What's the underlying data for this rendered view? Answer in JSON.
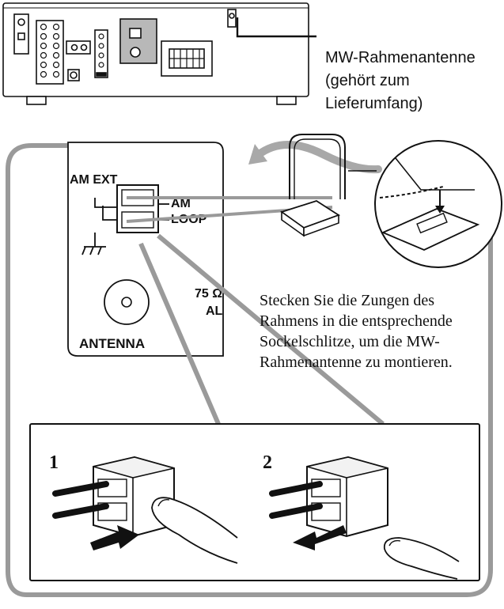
{
  "antenna_caption": [
    "MW-Rahmenantenne",
    "(gehört zum",
    "Lieferumfang)"
  ],
  "instruction": [
    "Stecken Sie die Zungen des",
    "Rahmens in die entsprechende",
    "Sockelschlitze, um die MW-",
    "Rahmenantenne zu montieren."
  ],
  "panel": {
    "am_ext": "AM EXT",
    "am": "AM",
    "loop": "LOOP",
    "ohm": "75 Ω",
    "ohm_suffix": "AL",
    "antenna": "ANTENNA"
  },
  "steps": [
    "1",
    "2"
  ]
}
